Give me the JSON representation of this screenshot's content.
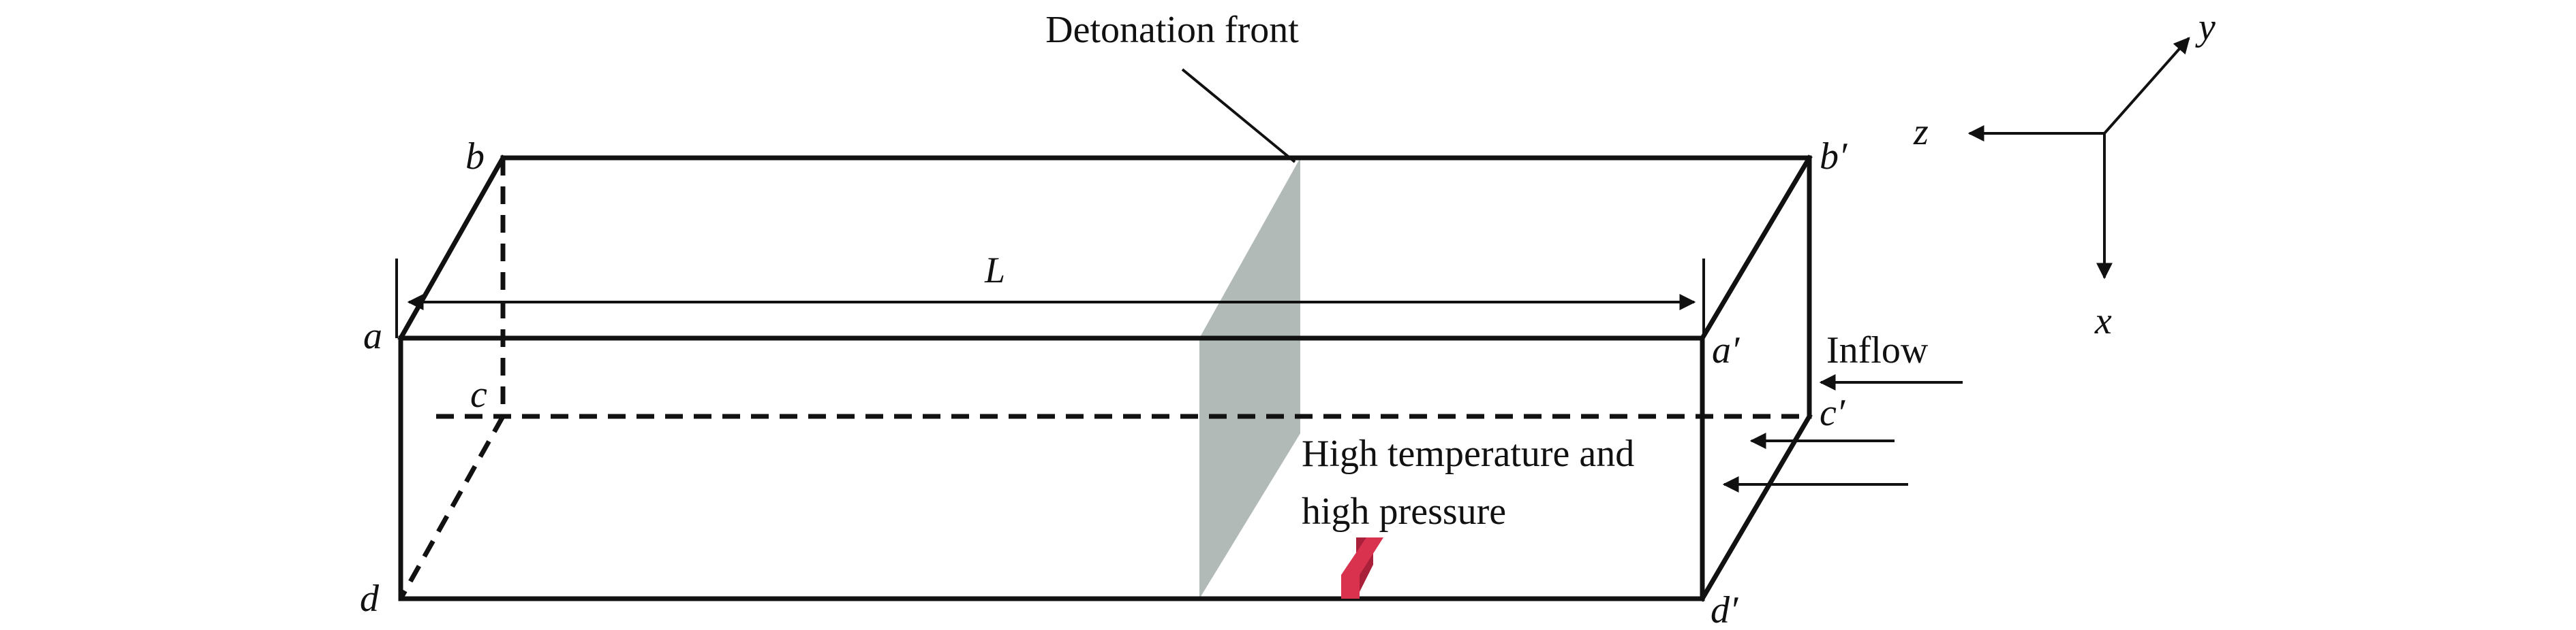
{
  "labels": {
    "detonation_front": "Detonation front",
    "length": "L",
    "inflow": "Inflow",
    "high_temp_line1": "High temperature and",
    "high_temp_line2": "high pressure"
  },
  "vertices": {
    "a": "a",
    "b": "b",
    "c": "c",
    "d": "d",
    "a_prime": "a′",
    "b_prime": "b′",
    "c_prime": "c′",
    "d_prime": "d′"
  },
  "axes": {
    "x": "x",
    "y": "y",
    "z": "z"
  },
  "colors": {
    "detonation_plane": "#a9b3ae",
    "hot_spot": "#d8324e",
    "hot_spot_side": "#a8203a",
    "line": "#111111"
  }
}
